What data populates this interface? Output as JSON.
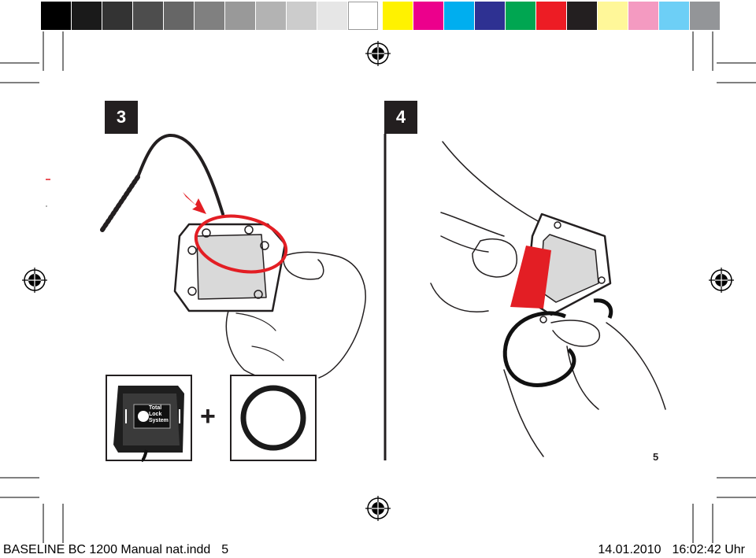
{
  "color_bar": {
    "grayscale": [
      "#000000",
      "#1a1a1a",
      "#333333",
      "#4d4d4d",
      "#666666",
      "#808080",
      "#999999",
      "#b3b3b3",
      "#cccccc",
      "#e6e6e6",
      "#ffffff"
    ],
    "process": [
      "#fff200",
      "#ec008c",
      "#00aeef",
      "#2e3192",
      "#00a651",
      "#ed1c24",
      "#231f20",
      "#fff799",
      "#f49ac1",
      "#6dcff6",
      "#939598"
    ]
  },
  "colors": {
    "marker_red": "#e31e24",
    "ink": "#231f20"
  },
  "steps": {
    "left": "3",
    "right": "4"
  },
  "sensor_label": {
    "line1": "Total",
    "line2": "Lock",
    "line3": "System"
  },
  "plus": "+",
  "page_number": "5",
  "slug": {
    "file": "BASELINE BC 1200 Manual nat.indd",
    "page": "5",
    "date": "14.01.2010",
    "time": "16:02:42 Uhr"
  },
  "icons": [
    "registration-mark-icon",
    "red-arrow-icon",
    "finger-drawing",
    "o-ring-icon",
    "sensor-icon"
  ]
}
